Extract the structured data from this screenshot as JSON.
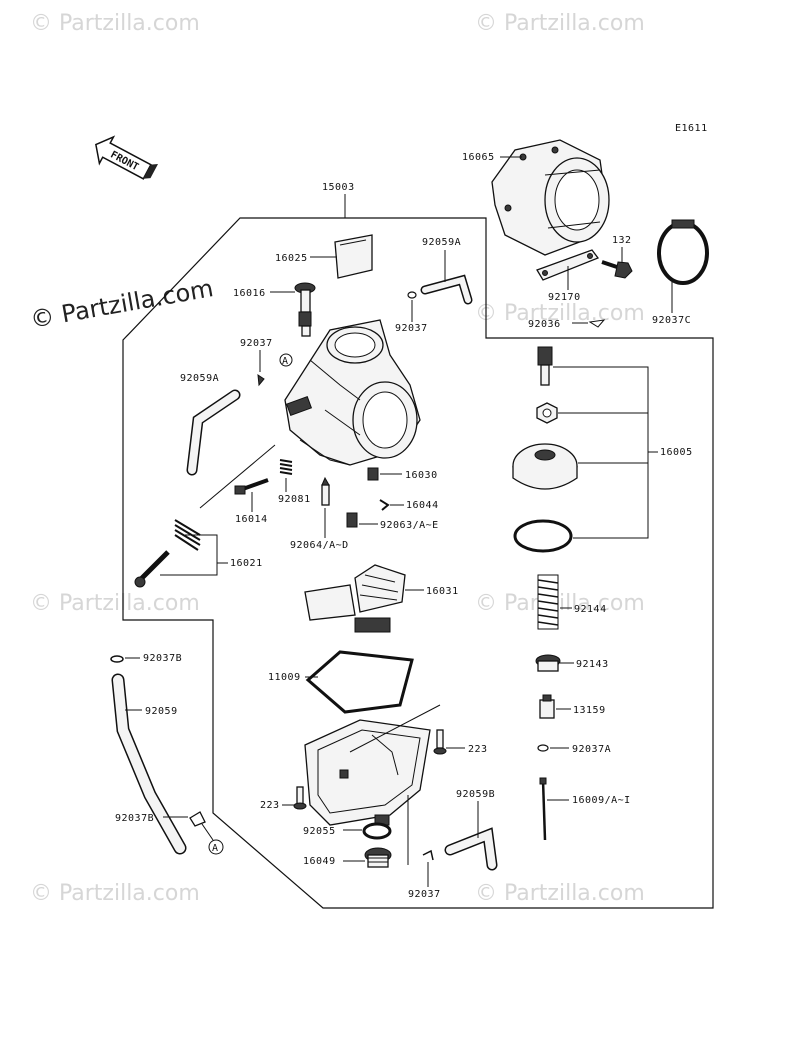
{
  "watermark": {
    "text": "© Partzilla.com",
    "main_text": "© Partzilla.com"
  },
  "diagram": {
    "code": "E1611",
    "front_label": "FRONT",
    "callout_a": "A"
  },
  "parts": {
    "p16065": "16065",
    "p15003": "15003",
    "p16025": "16025",
    "p92059A_top": "92059A",
    "p132": "132",
    "p16016": "16016",
    "p92170": "92170",
    "p92037C": "92037C",
    "p92037_top": "92037",
    "p92036": "92036",
    "p92037_left": "92037",
    "p92059A_left": "92059A",
    "p16005": "16005",
    "p16030": "16030",
    "p16044": "16044",
    "p92081": "92081",
    "p16014": "16014",
    "p92063": "92063/A~E",
    "p92064": "92064/A~D",
    "p16021": "16021",
    "p16031": "16031",
    "p92144": "92144",
    "p92037B_top": "92037B",
    "p92143": "92143",
    "p11009": "11009",
    "p13159": "13159",
    "p92059": "92059",
    "p223_right": "223",
    "p92037A": "92037A",
    "p223_left": "223",
    "p92059B": "92059B",
    "p16009": "16009/A~I",
    "p92037B_bot": "92037B",
    "p92055": "92055",
    "p16049": "16049",
    "p92037_bot": "92037"
  }
}
